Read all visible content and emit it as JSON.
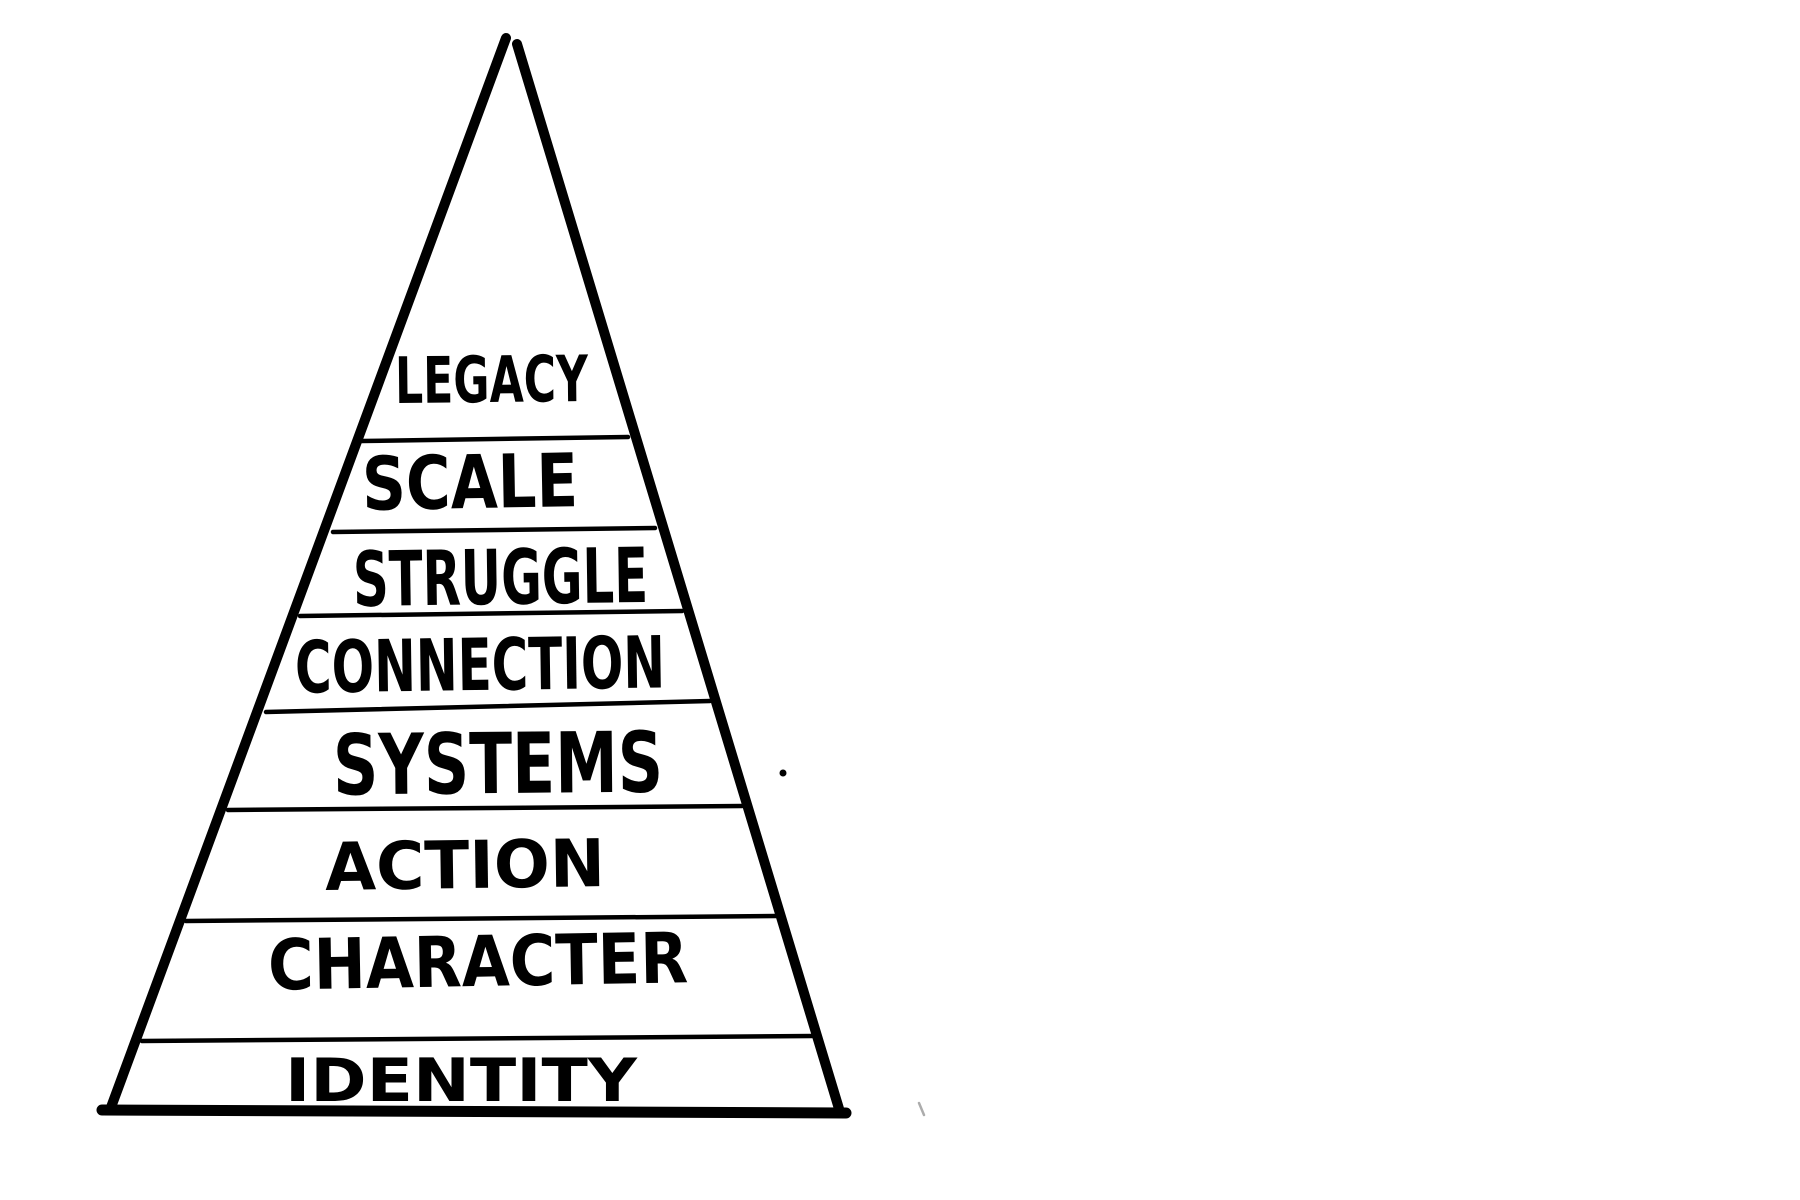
{
  "diagram": {
    "type": "pyramid",
    "style": "hand-drawn black marker sketch on white background",
    "levels": [
      {
        "label": "LEGACY"
      },
      {
        "label": "SCALE"
      },
      {
        "label": "STRUGGLE"
      },
      {
        "label": "CONNECTION"
      },
      {
        "label": "SYSTEMS"
      },
      {
        "label": "ACTION"
      },
      {
        "label": "CHARACTER"
      },
      {
        "label": "IDENTITY"
      }
    ],
    "ink_color": "#000000",
    "background_color": "#ffffff",
    "stray_marks": [
      {
        "type": "dot"
      },
      {
        "type": "faint-stroke"
      }
    ]
  }
}
